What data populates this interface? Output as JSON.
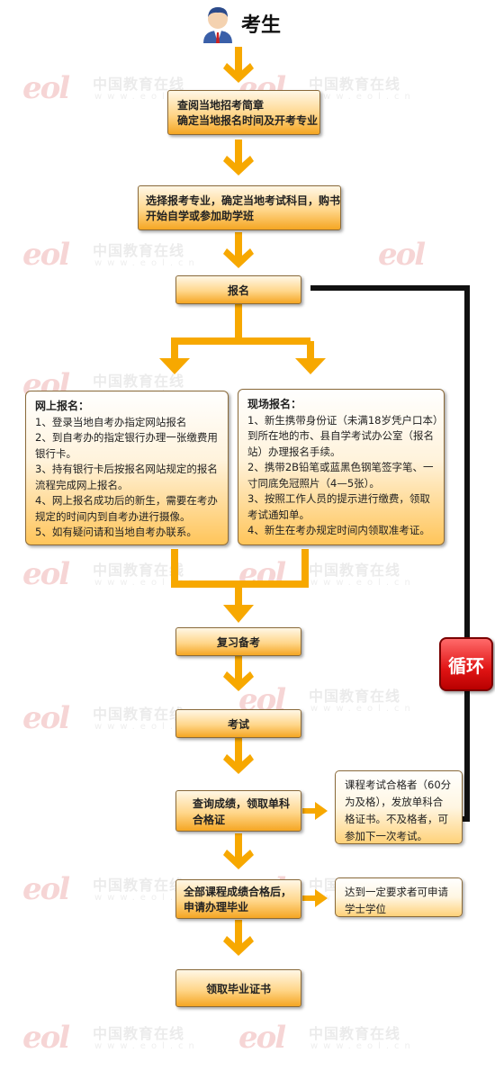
{
  "title": "考生",
  "watermark": {
    "logo": "eol",
    "cn": "中国教育在线",
    "url": "www.eol.cn"
  },
  "steps": {
    "s1": [
      "查阅当地招考简章",
      "确定当地报名时间及开考专业"
    ],
    "s2": [
      "选择报考专业，确定当地考试科目，购书",
      "开始自学或参加助学班"
    ],
    "s3": "报名",
    "s4": "复习备考",
    "s5": "考试",
    "s6": [
      "查询成绩，领取单科",
      "合格证"
    ],
    "s7": [
      "全部课程成绩合格后，",
      "申请办理毕业"
    ],
    "s8": "领取毕业证书"
  },
  "online": {
    "header": "网上报名：",
    "lines": [
      "1、登录当地自考办指定网站报名",
      "2、到自考办的指定银行办理一张缴费用",
      "银行卡。",
      "3、持有银行卡后按报名网站规定的报名",
      "流程完成网上报名。",
      "4、网上报名成功后的新生，需要在考办",
      "规定的时间内到自考办进行摄像。",
      "5、如有疑问请和当地自考办联系。"
    ]
  },
  "onsite": {
    "header": "现场报名：",
    "lines": [
      "1、新生携带身份证（未满18岁凭户口本）",
      "到所在地的市、县自学考试办公室（报名",
      "站）办理报名手续。",
      "2、携带2B铅笔或蓝黑色钢笔签字笔、一",
      "寸同底免冠照片（4—5张）。",
      "3、按照工作人员的提示进行缴费，领取",
      "考试通知单。",
      "4、新生在考办规定时间内领取准考证。"
    ]
  },
  "note1": [
    "课程考试合格者（60分",
    "为及格），发放单科合",
    "格证书。不及格者，可",
    "参加下一次考试。"
  ],
  "note2": [
    "达到一定要求者可申请",
    "学士学位"
  ],
  "loop_label": "循环",
  "colors": {
    "arrow": "#f7a800",
    "loop_line": "#111111",
    "badge": "#e01414"
  }
}
